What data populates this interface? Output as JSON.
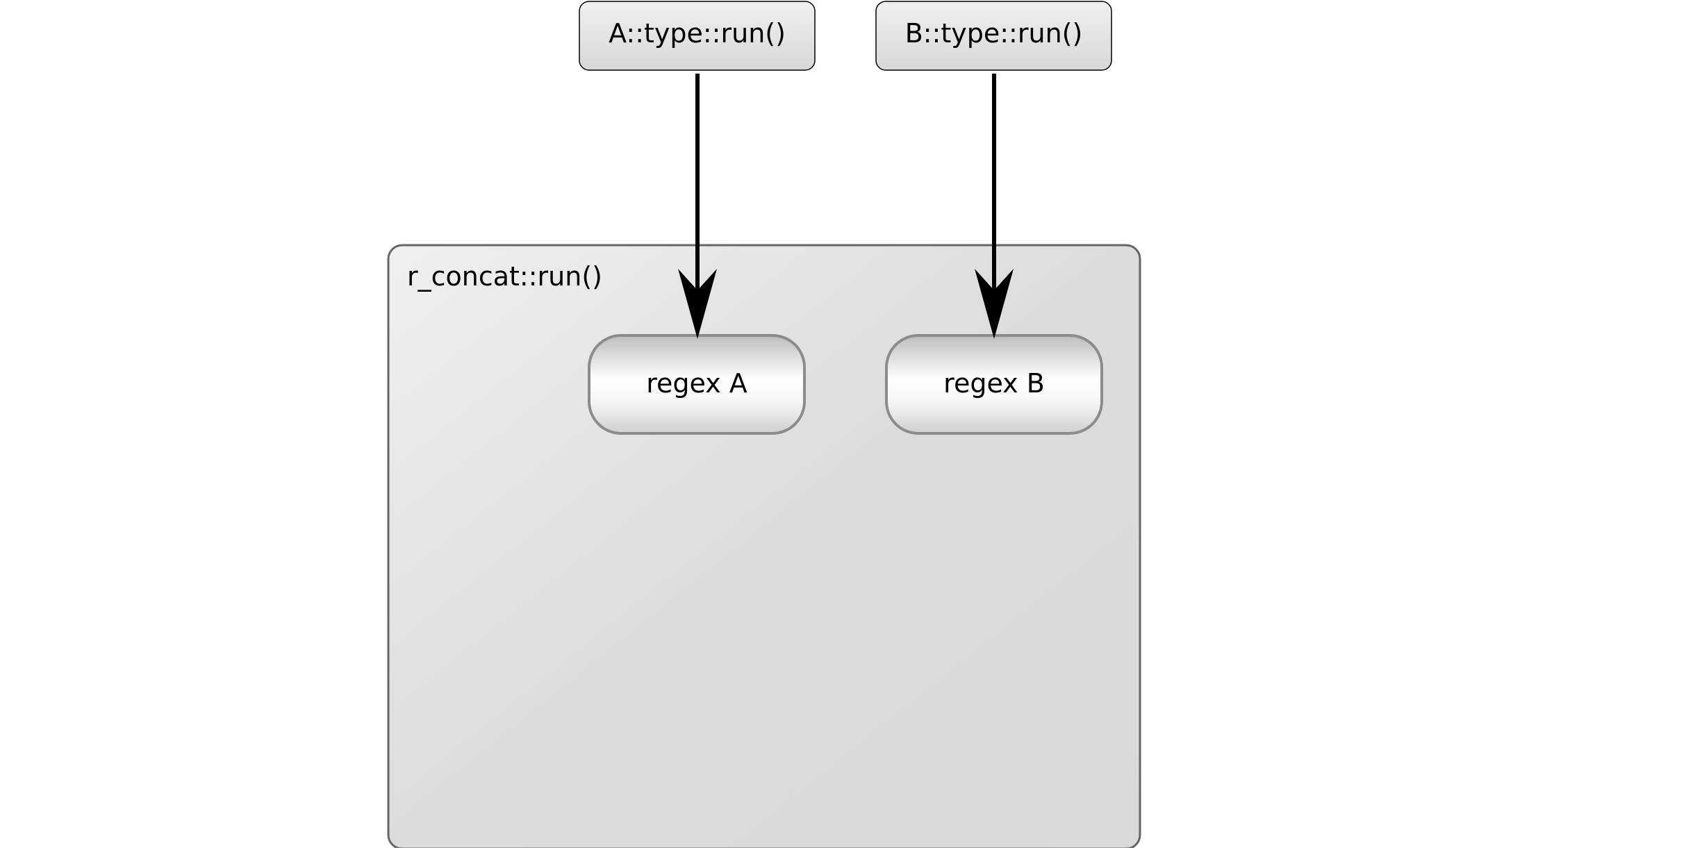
{
  "diagram": {
    "nodes": {
      "caller_a": {
        "label": "A::type::run()"
      },
      "caller_b": {
        "label": "B::type::run()"
      },
      "container": {
        "label": "r_concat::run()"
      },
      "regex_a": {
        "label": "regex A"
      },
      "regex_b": {
        "label": "regex B"
      }
    },
    "edges": [
      {
        "from": "A::type::run()",
        "to": "regex A"
      },
      {
        "from": "B::type::run()",
        "to": "regex B"
      }
    ],
    "colors": {
      "caller_fill_top": "#f0f0f0",
      "caller_fill_bottom": "#d8d8d8",
      "container_fill_light": "#f0f0f0",
      "container_fill_dark": "#dadada",
      "container_stroke": "#666666",
      "pill_stroke": "#8c8c8c",
      "arrow": "#000000"
    }
  }
}
